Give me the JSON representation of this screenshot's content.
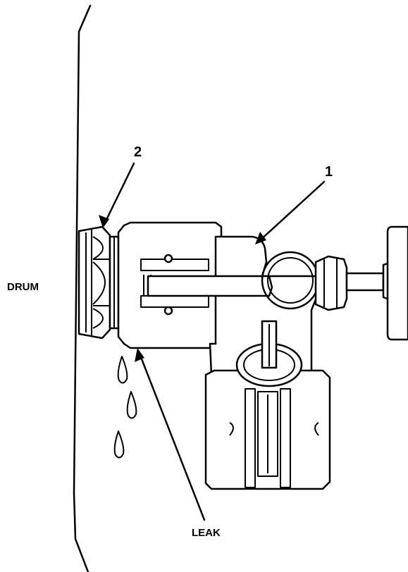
{
  "diagram": {
    "callouts": {
      "item_1": "1",
      "item_2": "2"
    },
    "labels": {
      "drum": "DRUM",
      "leak": "LEAK"
    },
    "colors": {
      "line": "#000000",
      "background": "#ffffff"
    }
  }
}
